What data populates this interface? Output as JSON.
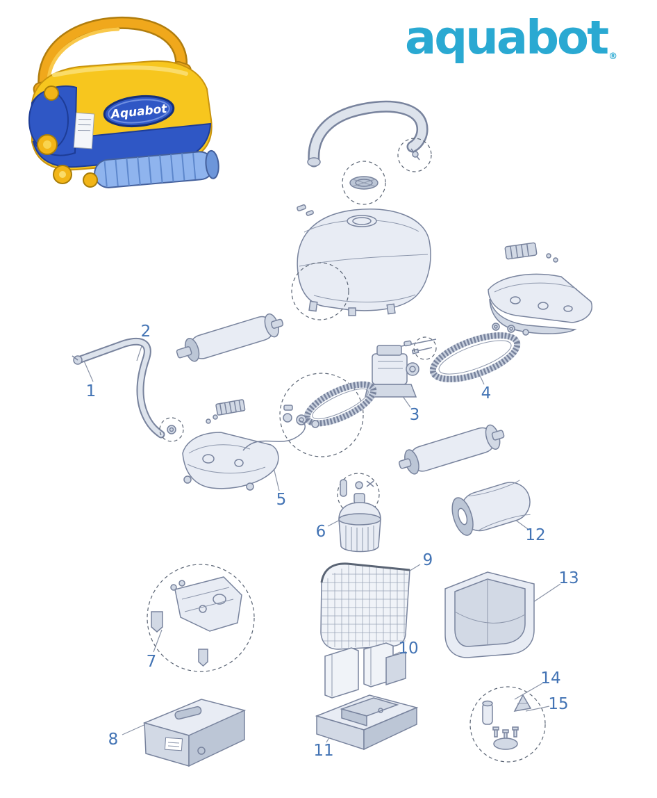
{
  "page": {
    "background": "#ffffff"
  },
  "logo": {
    "text": "aquabot",
    "registered_mark": "®",
    "color": "#2aa9d2"
  },
  "photo": {
    "badge_text": "Aquabot"
  },
  "diagram": {
    "callout_color": "#4273b4",
    "callouts": [
      {
        "number": "1"
      },
      {
        "number": "2"
      },
      {
        "number": "3"
      },
      {
        "number": "4"
      },
      {
        "number": "5"
      },
      {
        "number": "6"
      },
      {
        "number": "7"
      },
      {
        "number": "8"
      },
      {
        "number": "9"
      },
      {
        "number": "10"
      },
      {
        "number": "11"
      },
      {
        "number": "12"
      },
      {
        "number": "13"
      },
      {
        "number": "14"
      },
      {
        "number": "15"
      }
    ]
  }
}
